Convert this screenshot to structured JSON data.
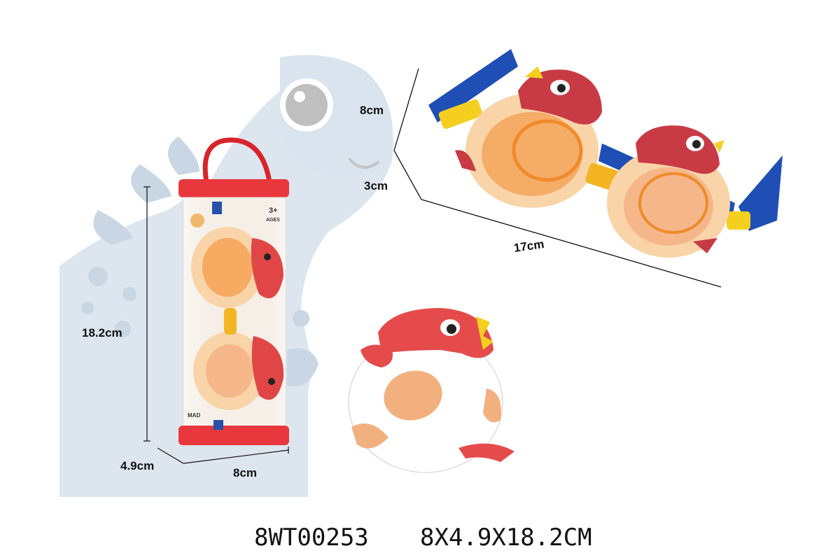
{
  "product": {
    "item_code": "8WT00253",
    "package_size": "8X4.9X18.2CM"
  },
  "package_dimensions": {
    "height": "18.2cm",
    "depth": "4.9cm",
    "width": "8cm"
  },
  "goggle_dimensions": {
    "height": "8cm",
    "depth": "3cm",
    "length": "17cm"
  },
  "package_label": {
    "age": "3+",
    "age_unit": "AGES",
    "maker": "MAD"
  },
  "colors": {
    "background_dino": "#dde6ef",
    "background_dino_dark": "#c9d6e3",
    "package_red": "#e8373d",
    "goggle_frame": "#f8d4a8",
    "goggle_lens": "#f5a55a",
    "dino_red": "#c83b45",
    "strap_blue": "#1f4fb5",
    "buckle_yellow": "#f4cf1f",
    "egg_orange": "#f2b07f"
  }
}
